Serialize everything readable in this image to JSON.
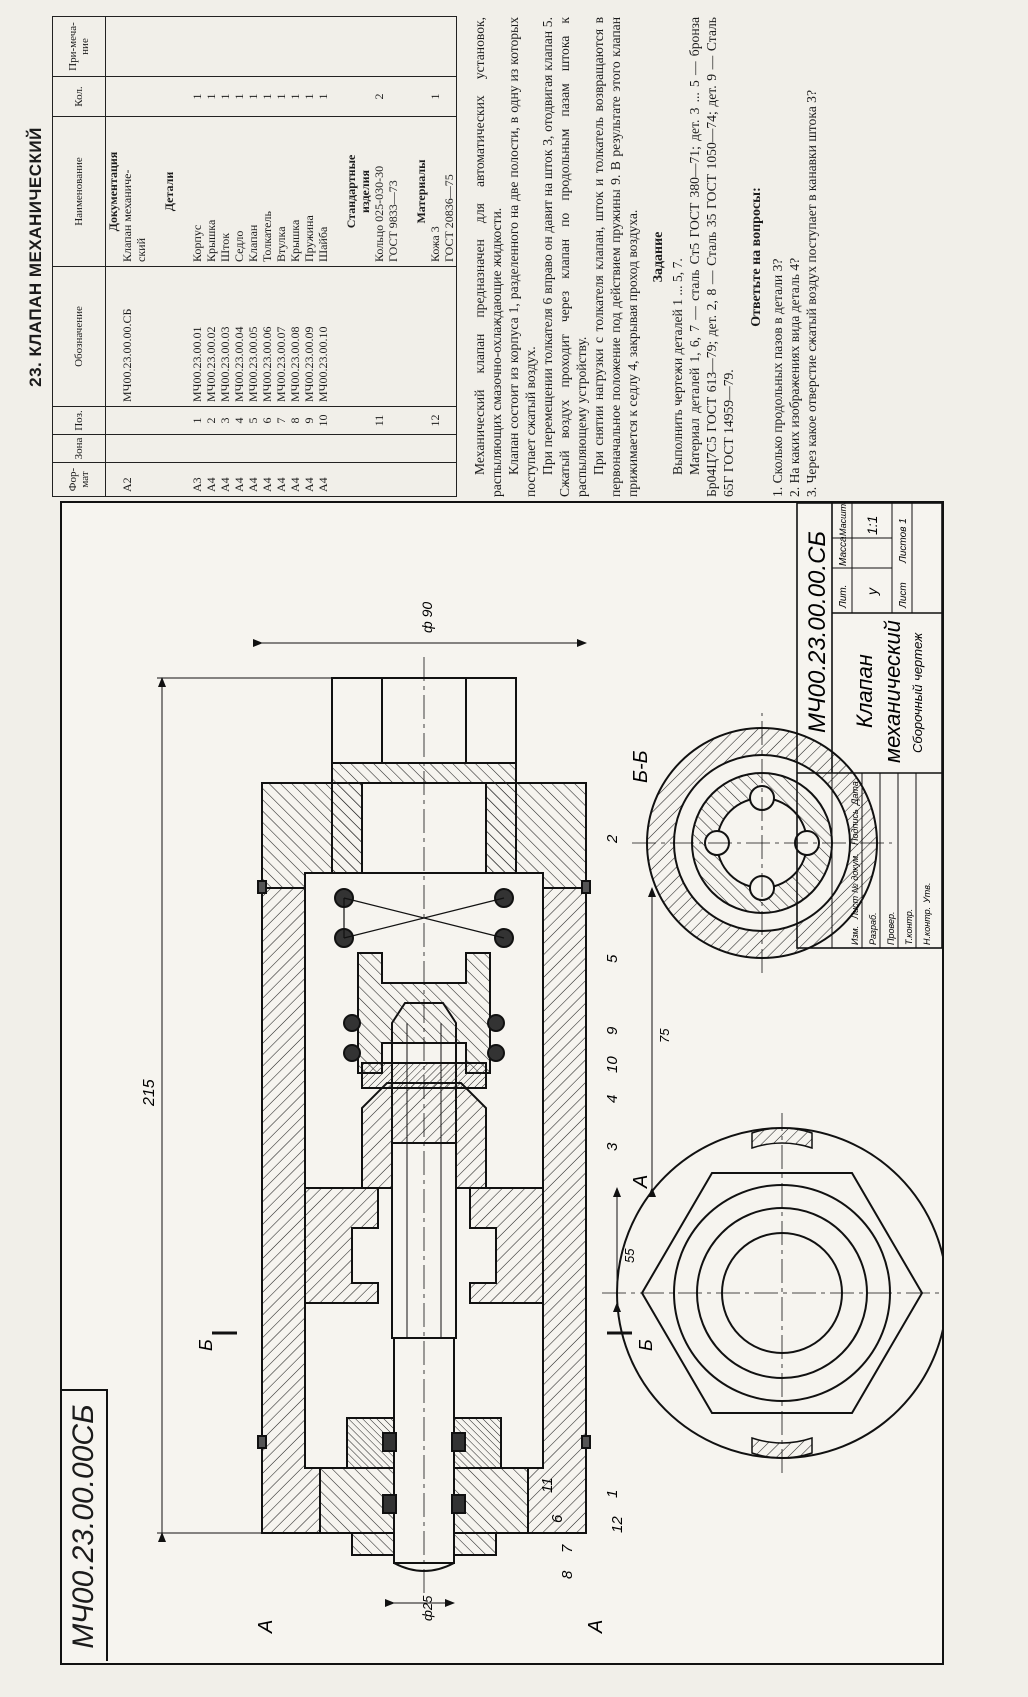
{
  "doc_code_stamp": "МЧ00.23.00.00СБ",
  "drawing": {
    "dims": {
      "total_length": "215",
      "length_75": "75",
      "length_55": "55",
      "dia_90": "ф 90",
      "dia_25": "ф25"
    },
    "section_marks": {
      "b_letter": "Б",
      "a_letter": "А",
      "section_title": "Б-Б"
    },
    "view_label": "А",
    "callouts": [
      "1",
      "2",
      "3",
      "4",
      "5",
      "6",
      "7",
      "8",
      "9",
      "10",
      "11",
      "12"
    ]
  },
  "title_block": {
    "designation": "МЧ00.23.00.00.СБ",
    "name_line1": "Клапан",
    "name_line2": "механический",
    "doc_type": "Сборочный чертеж",
    "lit_label": "Лит.",
    "mass_label": "Масса",
    "scale_label": "Масштаб",
    "lit_value": "у",
    "scale_value": "1:1",
    "sheet_label": "Лист",
    "sheets_label": "Листов 1",
    "col_izm": "Изм.",
    "col_list": "Лист",
    "col_ndoc": "№ докум.",
    "col_podp": "Подпись",
    "col_data": "Дата",
    "role_razrab": "Разраб.",
    "role_prov": "Провер.",
    "role_tkontr": "Т.контр.",
    "role_nkontr": "Н.контр.",
    "role_utv": "Утв."
  },
  "page": {
    "heading": "23. КЛАПАН МЕХАНИЧЕСКИЙ",
    "spec_headers": [
      "Фор-мат",
      "Зона",
      "Поз.",
      "Обозначение",
      "Наименование",
      "Кол.",
      "При-меча-ние"
    ],
    "spec_rows": [
      {
        "format": "",
        "zone": "",
        "pos": "",
        "code": "",
        "name": "Документация",
        "qty": "",
        "sec": true
      },
      {
        "format": "А2",
        "zone": "",
        "pos": "",
        "code": "МЧ00.23.00.00.СБ",
        "name": "Клапан механиче-",
        "qty": ""
      },
      {
        "format": "",
        "zone": "",
        "pos": "",
        "code": "",
        "name": "ский",
        "qty": ""
      },
      {
        "format": "",
        "zone": "",
        "pos": "",
        "code": "",
        "name": "",
        "qty": ""
      },
      {
        "format": "",
        "zone": "",
        "pos": "",
        "code": "",
        "name": "Детали",
        "qty": "",
        "sec": true
      },
      {
        "format": "",
        "zone": "",
        "pos": "",
        "code": "",
        "name": "",
        "qty": ""
      },
      {
        "format": "А3",
        "zone": "",
        "pos": "1",
        "code": "МЧ00.23.00.01",
        "name": "Корпус",
        "qty": "1"
      },
      {
        "format": "А4",
        "zone": "",
        "pos": "2",
        "code": "МЧ00.23.00.02",
        "name": "Крышка",
        "qty": "1"
      },
      {
        "format": "А4",
        "zone": "",
        "pos": "3",
        "code": "МЧ00.23.00.03",
        "name": "Шток",
        "qty": "1"
      },
      {
        "format": "А4",
        "zone": "",
        "pos": "4",
        "code": "МЧ00.23.00.04",
        "name": "Седло",
        "qty": "1"
      },
      {
        "format": "А4",
        "zone": "",
        "pos": "5",
        "code": "МЧ00.23.00.05",
        "name": "Клапан",
        "qty": "1"
      },
      {
        "format": "А4",
        "zone": "",
        "pos": "6",
        "code": "МЧ00.23.00.06",
        "name": "Толкатель",
        "qty": "1"
      },
      {
        "format": "А4",
        "zone": "",
        "pos": "7",
        "code": "МЧ00.23.00.07",
        "name": "Втулка",
        "qty": "1"
      },
      {
        "format": "А4",
        "zone": "",
        "pos": "8",
        "code": "МЧ00.23.00.08",
        "name": "Крышка",
        "qty": "1"
      },
      {
        "format": "А4",
        "zone": "",
        "pos": "9",
        "code": "МЧ00.23.00.09",
        "name": "Пружина",
        "qty": "1"
      },
      {
        "format": "А4",
        "zone": "",
        "pos": "10",
        "code": "МЧ00.23.00.10",
        "name": "Шайба",
        "qty": "1"
      },
      {
        "format": "",
        "zone": "",
        "pos": "",
        "code": "",
        "name": "",
        "qty": ""
      },
      {
        "format": "",
        "zone": "",
        "pos": "",
        "code": "",
        "name": "Стандартные",
        "qty": "",
        "sec": true
      },
      {
        "format": "",
        "zone": "",
        "pos": "",
        "code": "",
        "name": "изделия",
        "qty": "",
        "sec": true
      },
      {
        "format": "",
        "zone": "",
        "pos": "11",
        "code": "",
        "name": "Кольцо 025-030-30",
        "qty": "2"
      },
      {
        "format": "",
        "zone": "",
        "pos": "",
        "code": "",
        "name": "ГОСТ 9833—73",
        "qty": ""
      },
      {
        "format": "",
        "zone": "",
        "pos": "",
        "code": "",
        "name": "",
        "qty": ""
      },
      {
        "format": "",
        "zone": "",
        "pos": "",
        "code": "",
        "name": "Материалы",
        "qty": "",
        "sec": true
      },
      {
        "format": "",
        "zone": "",
        "pos": "12",
        "code": "",
        "name": "Кожа 3",
        "qty": "1"
      },
      {
        "format": "",
        "zone": "",
        "pos": "",
        "code": "",
        "name": "ГОСТ 20836—75",
        "qty": ""
      }
    ],
    "description": [
      "Механический клапан предназначен для автоматических установок, распыляющих смазочно-охлаждающие жидкости.",
      "Клапан состоит из корпуса 1, разделенного на две полости, в одну из которых поступает сжатый воздух.",
      "При перемещении толкателя 6 вправо он давит на шток 3, отодвигая клапан 5. Сжатый воздух проходит через клапан по продольным пазам штока к распыляющему устройству.",
      "При снятии нагрузки с толкателя клапан, шток и толкатель возвращаются в первоначальное положение под действием пружины 9. В результате этого клапан прижимается к седлу 4, закрывая проход воздуха."
    ],
    "task_heading": "Задание",
    "task": [
      "Выполнить чертежи деталей 1 ... 5, 7.",
      "Материал деталей 1, 6, 7 — сталь Ст5 ГОСТ 380—71; дет. 3 ... 5 — бронза Бр04Ц7С5 ГОСТ 613—79; дет. 2, 8 — Сталь 35 ГОСТ 1050—74; дет. 9 — Сталь 65Г ГОСТ 14959—79."
    ],
    "questions_heading": "Ответьте на вопросы:",
    "questions": [
      "1. Сколько продольных пазов в детали 3?",
      "2. На каких изображениях вида деталь 4?",
      "3. Через какое отверстие сжатый воздух поступает в канавки штока 3?"
    ]
  }
}
